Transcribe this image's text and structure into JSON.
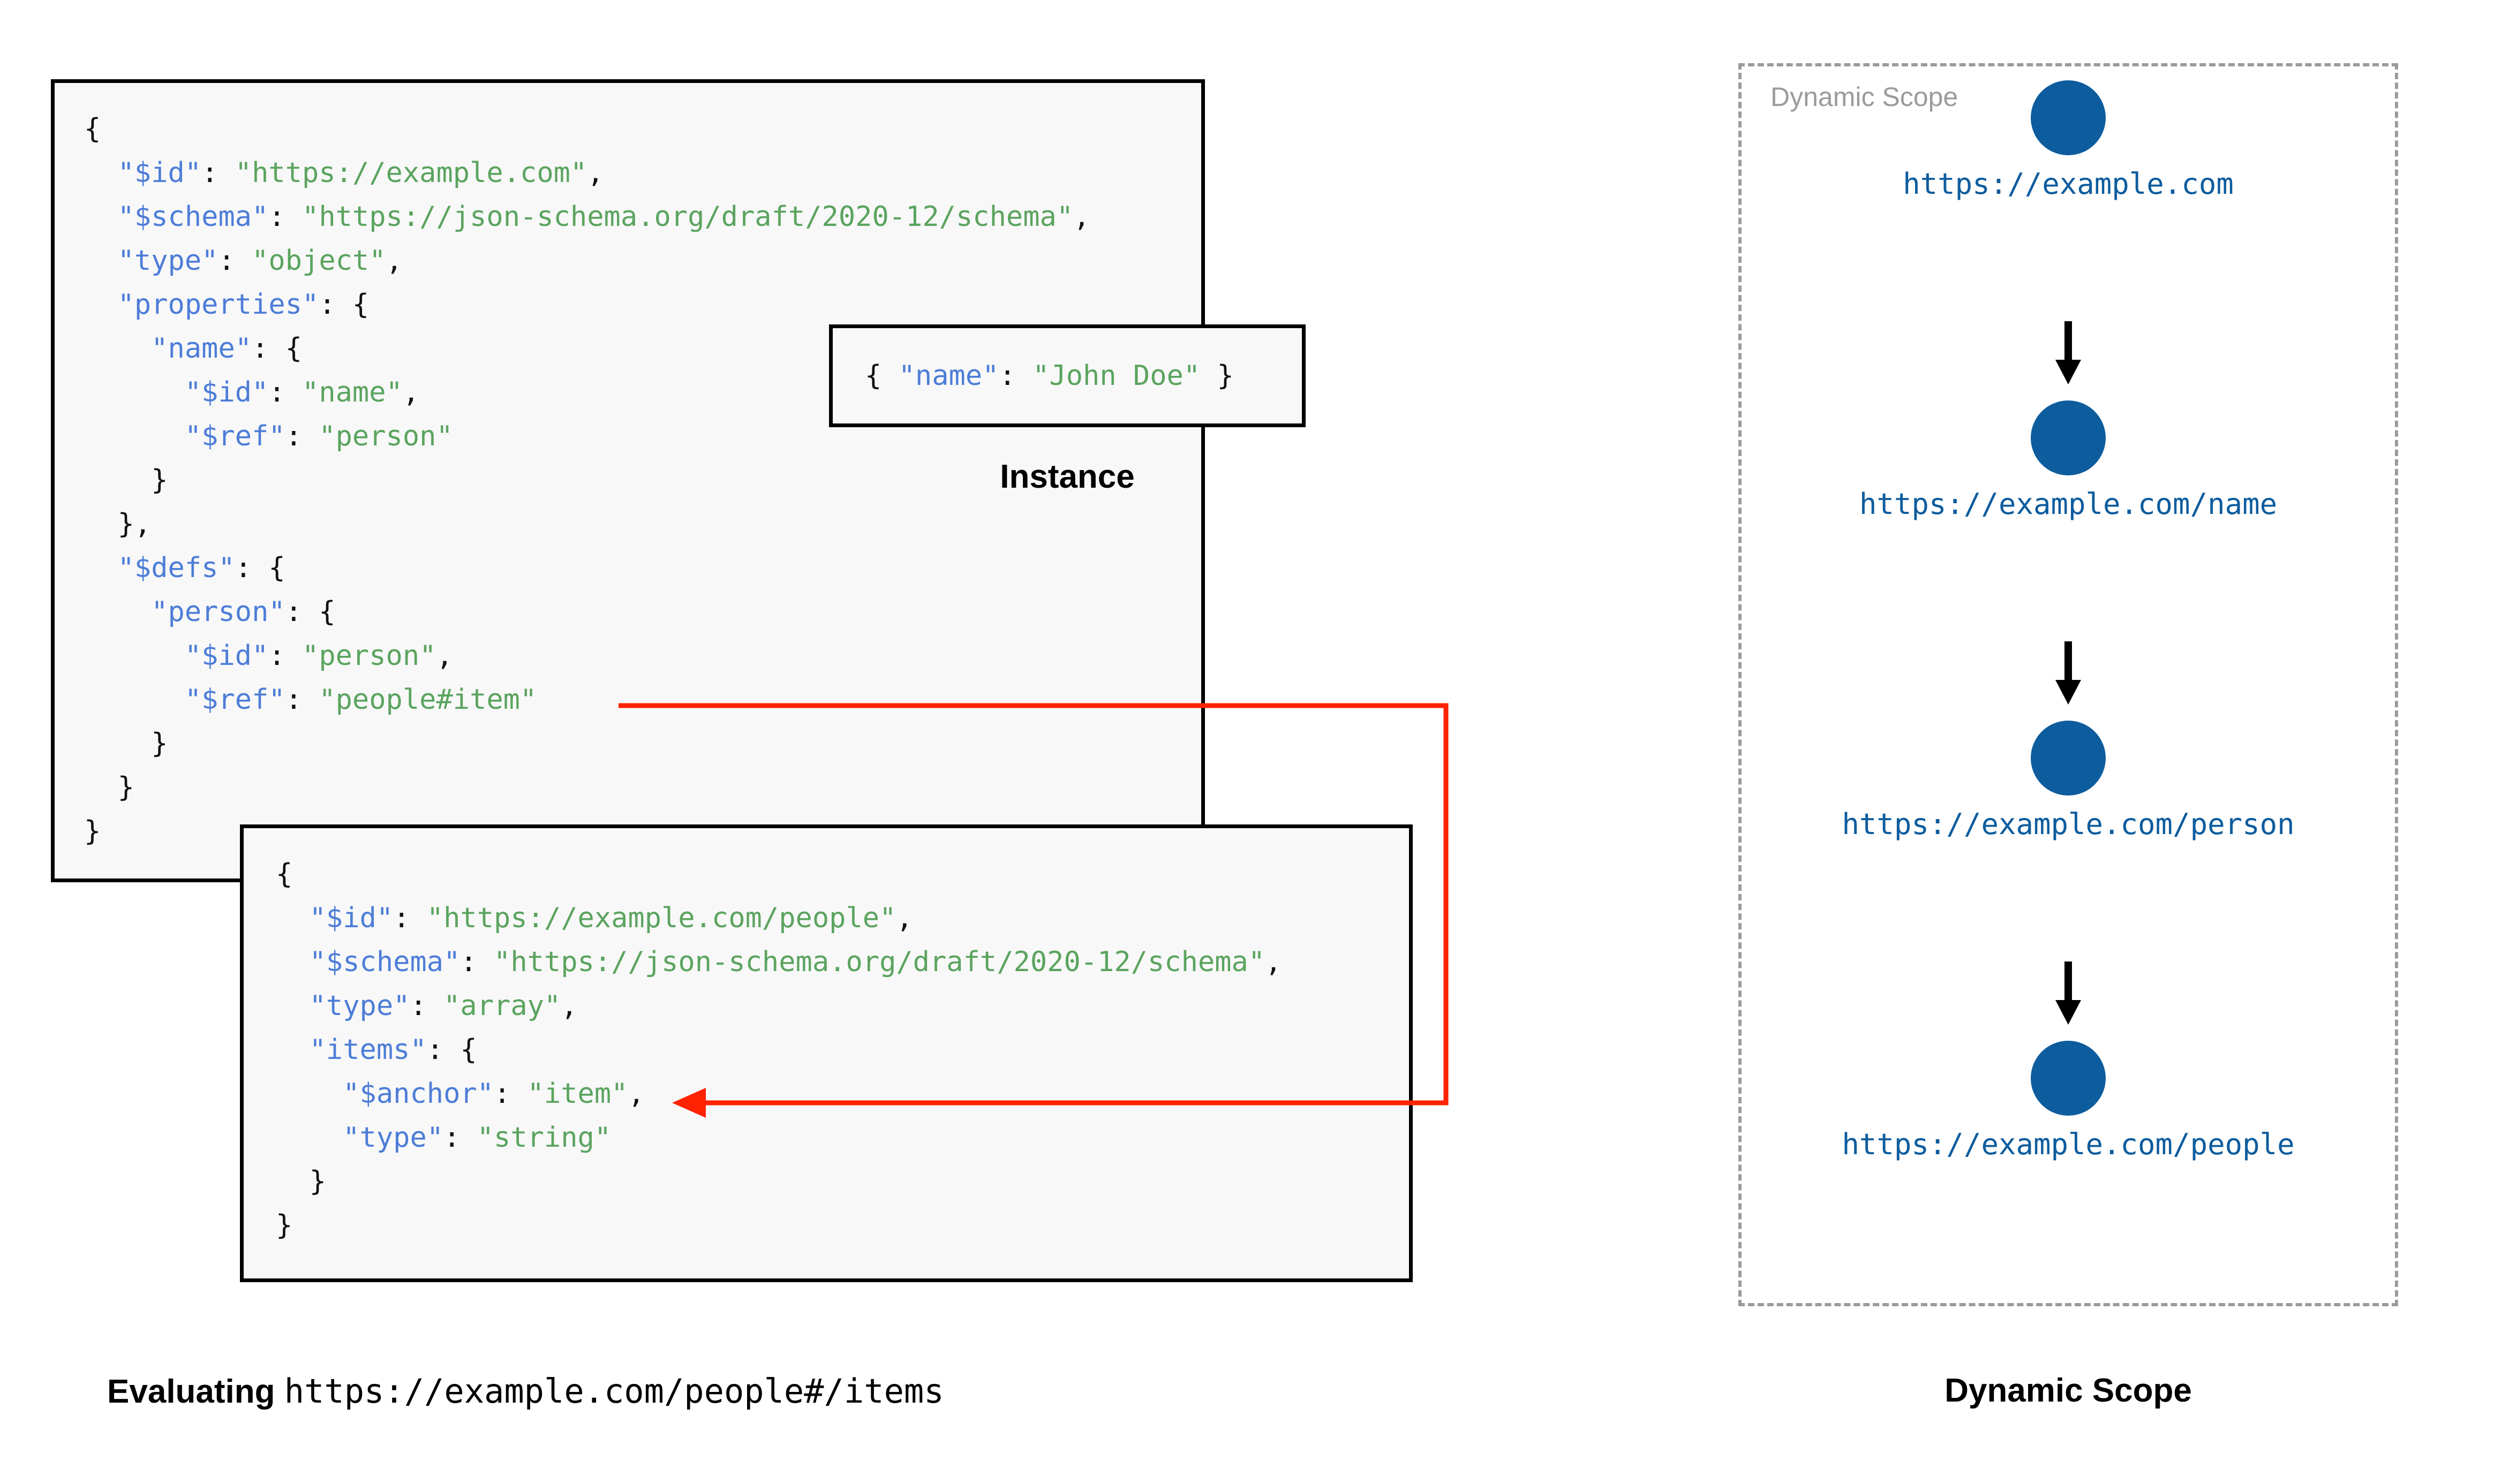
{
  "colors": {
    "json_key": "#4d7dd8",
    "json_string": "#5ba45f",
    "punctuation": "#111111",
    "box_border": "#000000",
    "box_fill": "#f8f8f8",
    "ref_arrow": "#ff2200",
    "scope_node": "#0d5c9e",
    "scope_border": "#9b9b9b",
    "scope_label": "#9b9b9b",
    "page_background": "#ffffff"
  },
  "schema_root": {
    "name": "root-schema",
    "lines": [
      {
        "indent": 0,
        "parts": [
          {
            "t": "{",
            "c": "p"
          }
        ]
      },
      {
        "indent": 1,
        "parts": [
          {
            "t": "\"$id\"",
            "c": "k"
          },
          {
            "t": ": ",
            "c": "p"
          },
          {
            "t": "\"https://example.com\"",
            "c": "s"
          },
          {
            "t": ",",
            "c": "p"
          }
        ]
      },
      {
        "indent": 1,
        "parts": [
          {
            "t": "\"$schema\"",
            "c": "k"
          },
          {
            "t": ": ",
            "c": "p"
          },
          {
            "t": "\"https://json-schema.org/draft/2020-12/schema\"",
            "c": "s"
          },
          {
            "t": ",",
            "c": "p"
          }
        ]
      },
      {
        "indent": 1,
        "parts": [
          {
            "t": "\"type\"",
            "c": "k"
          },
          {
            "t": ": ",
            "c": "p"
          },
          {
            "t": "\"object\"",
            "c": "s"
          },
          {
            "t": ",",
            "c": "p"
          }
        ]
      },
      {
        "indent": 1,
        "parts": [
          {
            "t": "\"properties\"",
            "c": "k"
          },
          {
            "t": ": {",
            "c": "p"
          }
        ]
      },
      {
        "indent": 2,
        "parts": [
          {
            "t": "\"name\"",
            "c": "k"
          },
          {
            "t": ": {",
            "c": "p"
          }
        ]
      },
      {
        "indent": 3,
        "parts": [
          {
            "t": "\"$id\"",
            "c": "k"
          },
          {
            "t": ": ",
            "c": "p"
          },
          {
            "t": "\"name\"",
            "c": "s"
          },
          {
            "t": ",",
            "c": "p"
          }
        ]
      },
      {
        "indent": 3,
        "parts": [
          {
            "t": "\"$ref\"",
            "c": "k"
          },
          {
            "t": ": ",
            "c": "p"
          },
          {
            "t": "\"person\"",
            "c": "s"
          }
        ]
      },
      {
        "indent": 2,
        "parts": [
          {
            "t": "}",
            "c": "p"
          }
        ]
      },
      {
        "indent": 1,
        "parts": [
          {
            "t": "},",
            "c": "p"
          }
        ]
      },
      {
        "indent": 1,
        "parts": [
          {
            "t": "\"$defs\"",
            "c": "k"
          },
          {
            "t": ": {",
            "c": "p"
          }
        ]
      },
      {
        "indent": 2,
        "parts": [
          {
            "t": "\"person\"",
            "c": "k"
          },
          {
            "t": ": {",
            "c": "p"
          }
        ]
      },
      {
        "indent": 3,
        "parts": [
          {
            "t": "\"$id\"",
            "c": "k"
          },
          {
            "t": ": ",
            "c": "p"
          },
          {
            "t": "\"person\"",
            "c": "s"
          },
          {
            "t": ",",
            "c": "p"
          }
        ]
      },
      {
        "indent": 3,
        "parts": [
          {
            "t": "\"$ref\"",
            "c": "k"
          },
          {
            "t": ": ",
            "c": "p"
          },
          {
            "t": "\"people#item\"",
            "c": "s"
          }
        ]
      },
      {
        "indent": 2,
        "parts": [
          {
            "t": "}",
            "c": "p"
          }
        ]
      },
      {
        "indent": 1,
        "parts": [
          {
            "t": "}",
            "c": "p"
          }
        ]
      },
      {
        "indent": 0,
        "parts": [
          {
            "t": "}",
            "c": "p"
          }
        ]
      }
    ]
  },
  "instance": {
    "name": "instance-json",
    "caption": "Instance",
    "lines": [
      {
        "indent": 0,
        "parts": [
          {
            "t": "{ ",
            "c": "p"
          },
          {
            "t": "\"name\"",
            "c": "k"
          },
          {
            "t": ": ",
            "c": "p"
          },
          {
            "t": "\"John Doe\"",
            "c": "s"
          },
          {
            "t": " }",
            "c": "p"
          }
        ]
      }
    ]
  },
  "schema_people": {
    "name": "people-schema",
    "lines": [
      {
        "indent": 0,
        "parts": [
          {
            "t": "{",
            "c": "p"
          }
        ]
      },
      {
        "indent": 1,
        "parts": [
          {
            "t": "\"$id\"",
            "c": "k"
          },
          {
            "t": ": ",
            "c": "p"
          },
          {
            "t": "\"https://example.com/people\"",
            "c": "s"
          },
          {
            "t": ",",
            "c": "p"
          }
        ]
      },
      {
        "indent": 1,
        "parts": [
          {
            "t": "\"$schema\"",
            "c": "k"
          },
          {
            "t": ": ",
            "c": "p"
          },
          {
            "t": "\"https://json-schema.org/draft/2020-12/schema\"",
            "c": "s"
          },
          {
            "t": ",",
            "c": "p"
          }
        ]
      },
      {
        "indent": 1,
        "parts": [
          {
            "t": "\"type\"",
            "c": "k"
          },
          {
            "t": ": ",
            "c": "p"
          },
          {
            "t": "\"array\"",
            "c": "s"
          },
          {
            "t": ",",
            "c": "p"
          }
        ]
      },
      {
        "indent": 1,
        "parts": [
          {
            "t": "\"items\"",
            "c": "k"
          },
          {
            "t": ": {",
            "c": "p"
          }
        ]
      },
      {
        "indent": 2,
        "parts": [
          {
            "t": "\"$anchor\"",
            "c": "k"
          },
          {
            "t": ": ",
            "c": "p"
          },
          {
            "t": "\"item\"",
            "c": "s"
          },
          {
            "t": ",",
            "c": "p"
          }
        ]
      },
      {
        "indent": 2,
        "parts": [
          {
            "t": "\"type\"",
            "c": "k"
          },
          {
            "t": ": ",
            "c": "p"
          },
          {
            "t": "\"string\"",
            "c": "s"
          }
        ]
      },
      {
        "indent": 1,
        "parts": [
          {
            "t": "}",
            "c": "p"
          }
        ]
      },
      {
        "indent": 0,
        "parts": [
          {
            "t": "}",
            "c": "p"
          }
        ]
      }
    ]
  },
  "ref_arrow": {
    "name": "ref-to-anchor-arrow",
    "from": "\"$ref\": \"people#item\"",
    "to": "\"$anchor\": \"item\"",
    "color": "#ff2200"
  },
  "left_caption": {
    "bold": "Evaluating ",
    "mono": "https://example.com/people#/items"
  },
  "dynamic_scope": {
    "inner_label": "Dynamic Scope",
    "caption": "Dynamic Scope",
    "nodes": [
      {
        "label": "https://example.com"
      },
      {
        "label": "https://example.com/name"
      },
      {
        "label": "https://example.com/person"
      },
      {
        "label": "https://example.com/people"
      }
    ]
  }
}
